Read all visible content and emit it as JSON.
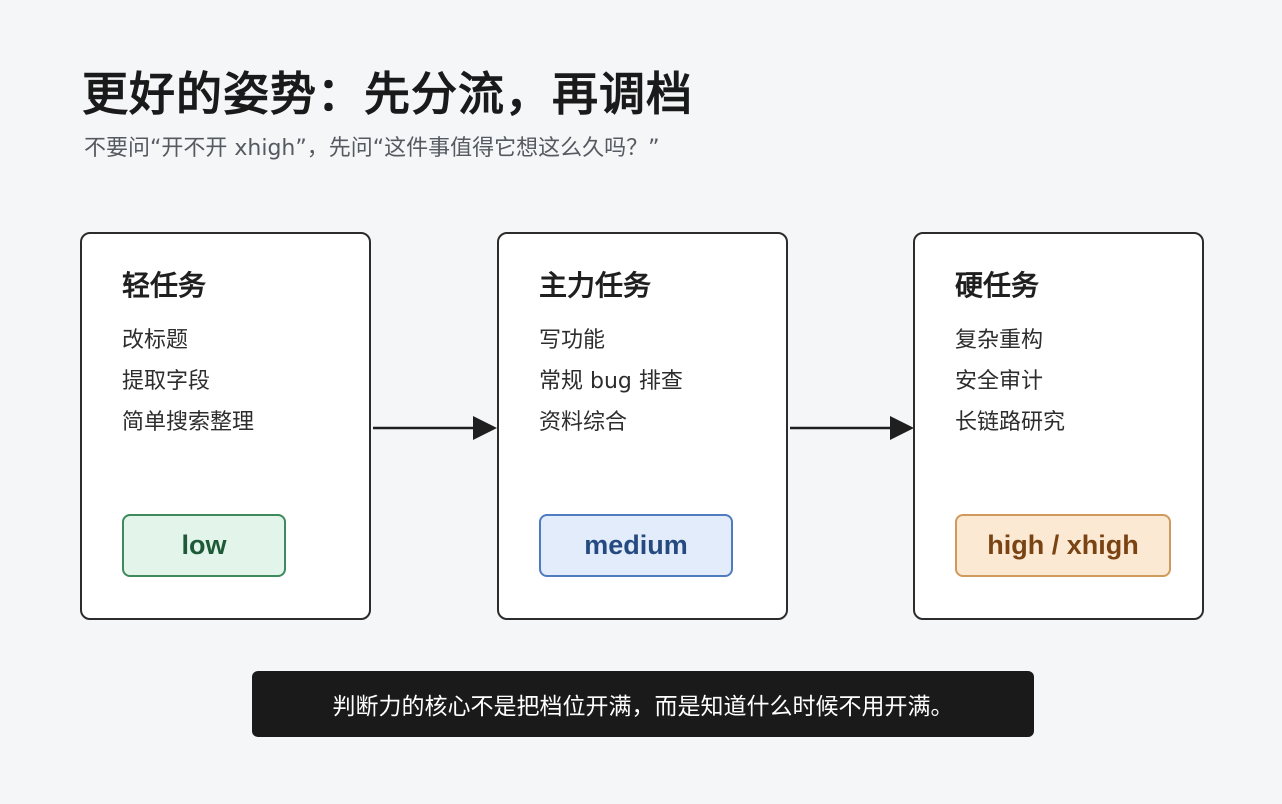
{
  "header": {
    "title": "更好的姿势：先分流，再调档",
    "subtitle": "不要问“开不开 xhigh”，先问“这件事值得它想这么久吗？”"
  },
  "cards": [
    {
      "title": "轻任务",
      "items": [
        "改标题",
        "提取字段",
        "简单搜索整理"
      ],
      "badge": "low",
      "badge_bg": "#e3f4ea",
      "badge_border": "#3d8a5c",
      "badge_text": "#1f5a38"
    },
    {
      "title": "主力任务",
      "items": [
        "写功能",
        "常规 bug 排查",
        "资料综合"
      ],
      "badge": "medium",
      "badge_bg": "#e2ecfa",
      "badge_border": "#4f7bbf",
      "badge_text": "#244a7f"
    },
    {
      "title": "硬任务",
      "items": [
        "复杂重构",
        "安全审计",
        "长链路研究"
      ],
      "badge": "high / xhigh",
      "badge_bg": "#fbe9d4",
      "badge_border": "#cf9a5c",
      "badge_text": "#7a4313"
    }
  ],
  "footer": {
    "note": "判断力的核心不是把档位开满，而是知道什么时候不用开满。"
  },
  "arrow_color": "#1f1f1f"
}
